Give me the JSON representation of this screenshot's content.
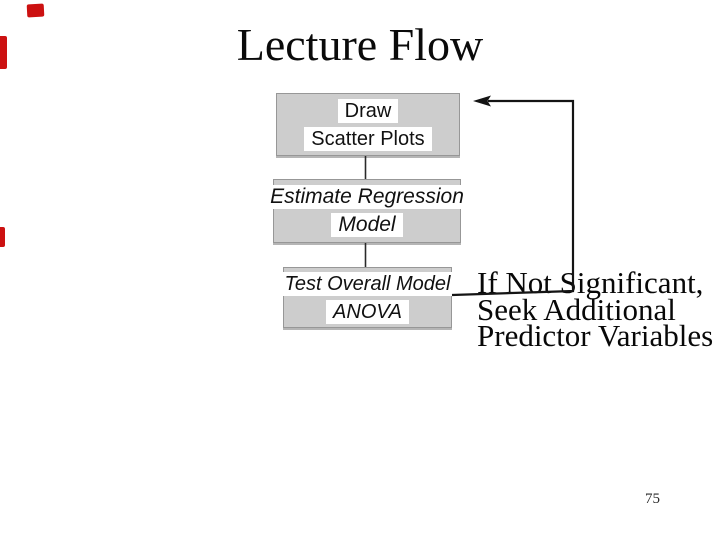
{
  "slide": {
    "title": "Lecture Flow",
    "page_number": "75",
    "flowchart": {
      "boxes": [
        {
          "lines": [
            "Draw",
            "Scatter Plots"
          ]
        },
        {
          "lines": [
            "Estimate Regression",
            "Model"
          ]
        },
        {
          "lines": [
            "Test Overall Model",
            "ANOVA"
          ]
        }
      ],
      "loop_label": {
        "lines": [
          "If Not Significant,",
          "Seek Additional",
          "Predictor Variables"
        ]
      }
    },
    "colors": {
      "box_fill": "#cdcdcd",
      "box_border": "#979797",
      "label_strip_bg": "#ffffff",
      "line_color": "#141414",
      "text_color": "#0a0a0a",
      "red_mark": "#cc1111"
    }
  }
}
